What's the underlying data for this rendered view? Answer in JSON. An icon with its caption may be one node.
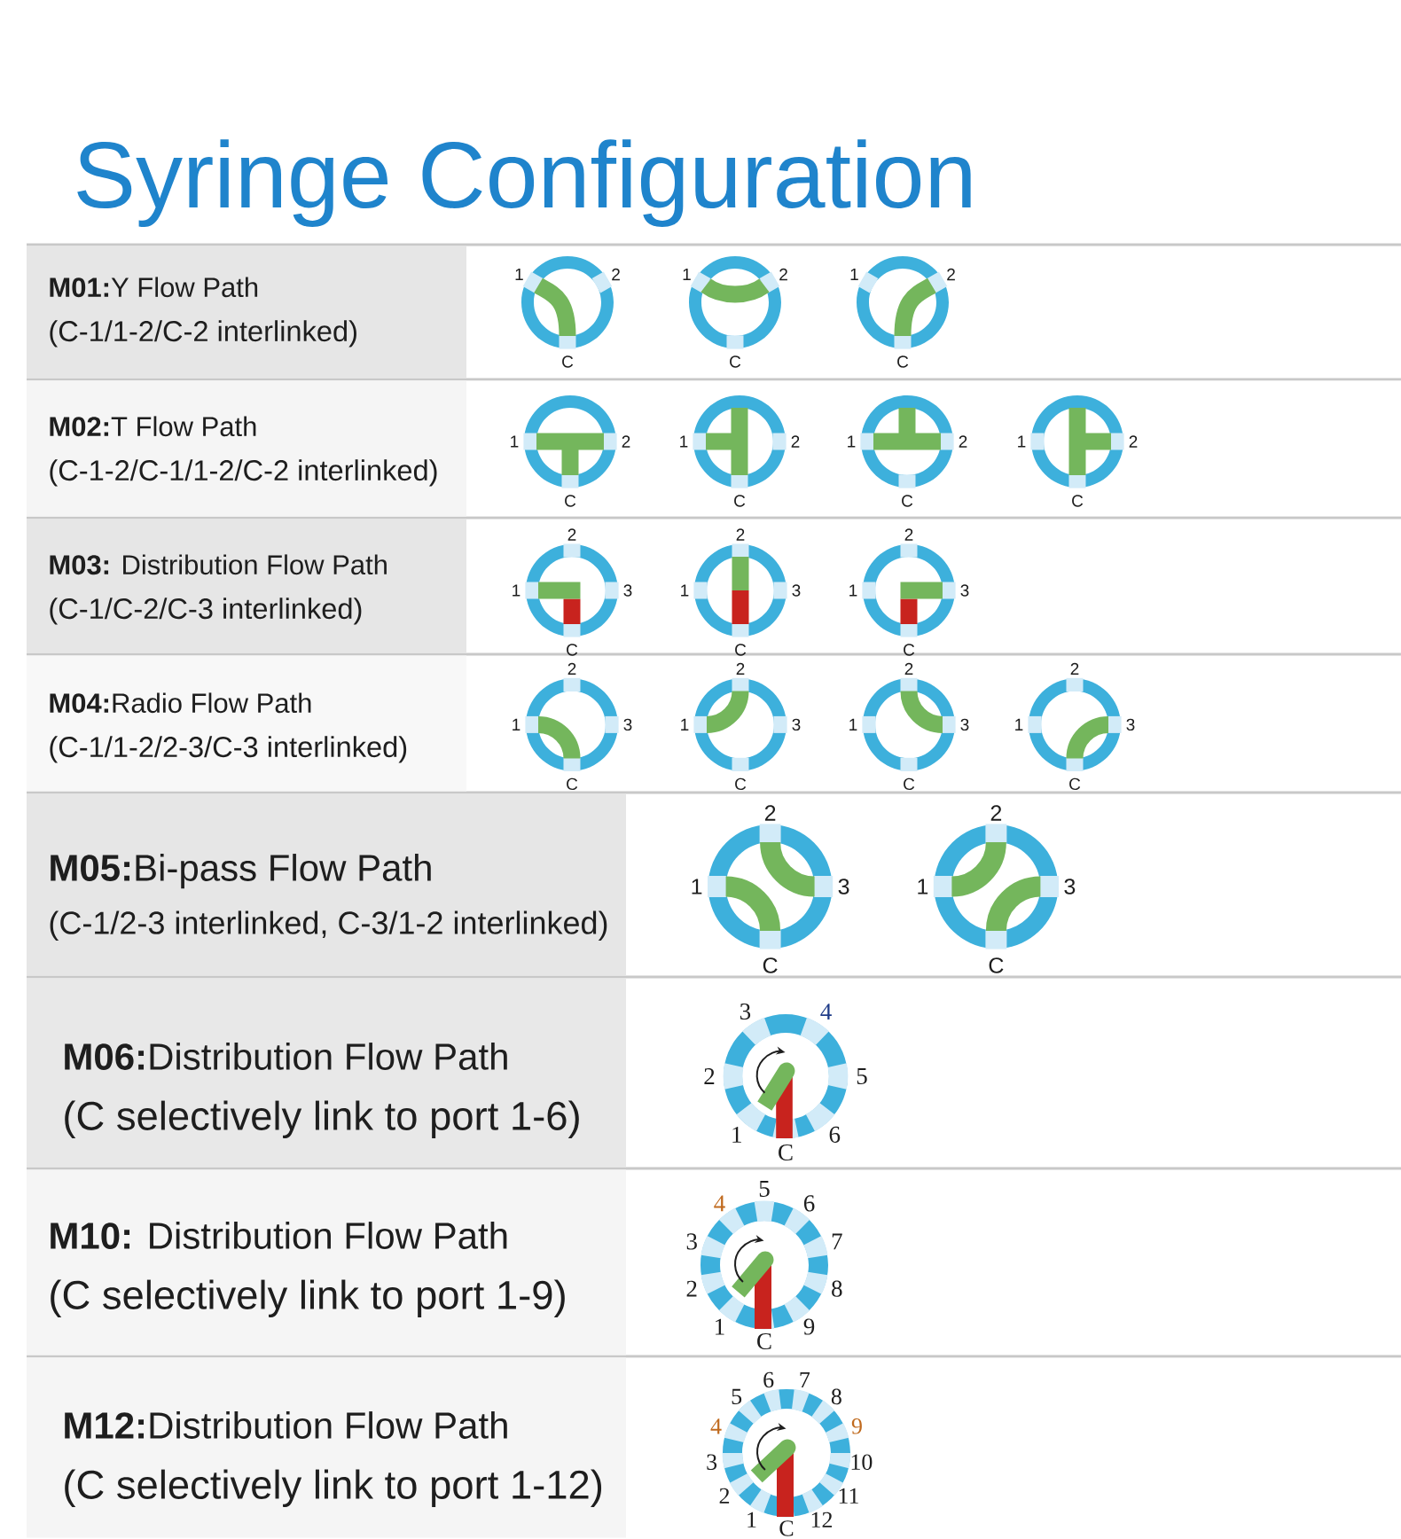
{
  "diagram": {
    "title": "Syringe Configuration",
    "nodes": [
      {
        "text": [
          "**M01:**Y Flow Path",
          "(C-1/1-2/C-2 interlinked)"
        ]
      },
      {
        "text": [
          "**M02:**T Flow Path",
          "(C-1-2/C-1/1-2/C-2 interlinked)"
        ]
      },
      {
        "text": [
          "**M03:** Distribution Flow Path",
          "(C-1/C-2/C-3 interlinked)"
        ]
      },
      {
        "text": [
          "**M04:**Radio Flow Path",
          "(C-1/1-2/2-3/C-3 interlinked)"
        ]
      },
      {
        "text": [
          "**M05:**Bi-pass Flow Path",
          "(C-1/2-3 interlinked, C-3/1-2 interlinked)"
        ]
      },
      {
        "text": [
          "**M06:**Distribution Flow Path",
          "(C selectively link to port 1-6)"
        ]
      },
      {
        "text": [
          "**M10:** Distribution Flow Path",
          "(C selectively link to port 1-9)"
        ]
      },
      {
        "text": [
          "**M12:**Distribution Flow Path",
          "(C selectively link to port 1-12)"
        ]
      }
    ],
    "labels": [
      "1",
      "2",
      "C",
      "1",
      "2",
      "C",
      "1",
      "2",
      "C",
      "1",
      "2",
      "C",
      "1",
      "2",
      "C",
      "1",
      "2",
      "C",
      "1",
      "2",
      "C",
      "2",
      "1",
      "3",
      "C",
      "2",
      "1",
      "3",
      "C",
      "2",
      "1",
      "3",
      "C",
      "2",
      "1",
      "3",
      "C",
      "2",
      "1",
      "3",
      "C",
      "2",
      "1",
      "3",
      "C",
      "2",
      "1",
      "3",
      "C",
      "2",
      "1",
      "3",
      "C",
      "2",
      "1",
      "3",
      "C",
      "3",
      "4",
      "2",
      "5",
      "1",
      "C",
      "6",
      "5",
      "4",
      "6",
      "3",
      "7",
      "2",
      "8",
      "1",
      "9",
      "C",
      "6",
      "7",
      "5",
      "8",
      "4",
      "9",
      "3",
      "10",
      "2",
      "11",
      "1",
      "C",
      "12"
    ]
  }
}
